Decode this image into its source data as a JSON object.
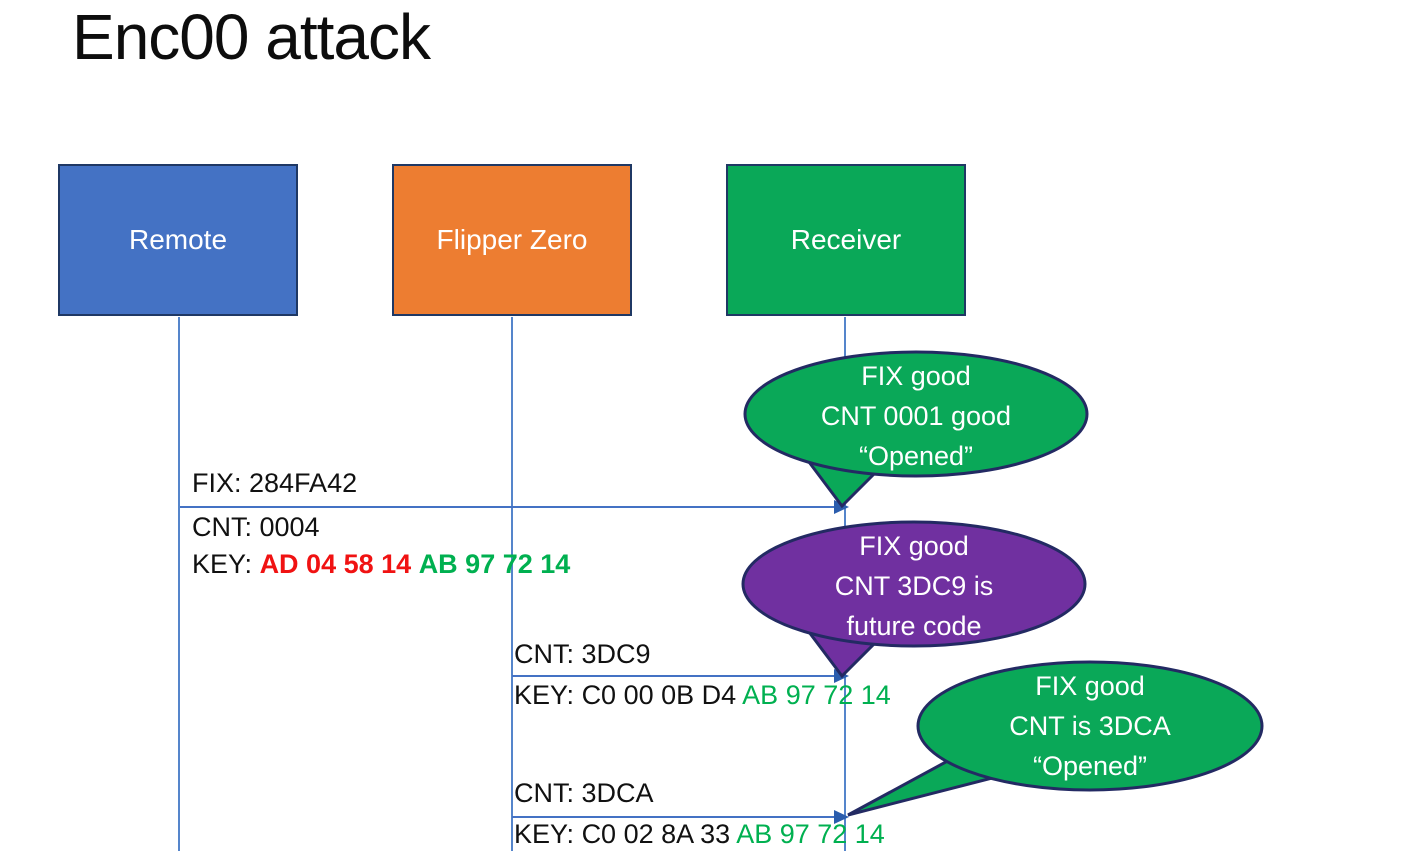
{
  "title": "Enc00 attack",
  "colors": {
    "actor_remote": "#4472C4",
    "actor_flipper": "#ED7D31",
    "actor_receiver": "#0AA858",
    "box_border": "#1F3864",
    "callout_green": "#0AA858",
    "callout_purple": "#7030A0",
    "callout_border": "#232A63",
    "lifeline": "#5585CB",
    "arrow": "#4472C4",
    "arrowhead": "#2B5DAD",
    "key_red": "#F01212",
    "key_green": "#00B050",
    "text_dark": "#111111",
    "text_light": "#FFFFFF"
  },
  "actors": [
    {
      "id": "remote",
      "label": "Remote"
    },
    {
      "id": "flipper",
      "label": "Flipper Zero"
    },
    {
      "id": "receiver",
      "label": "Receiver"
    }
  ],
  "messages": [
    {
      "from": "Remote",
      "to": "Receiver",
      "fix": "FIX: 284FA42",
      "cnt": "CNT: 0004",
      "key_label": "KEY:",
      "key_red": "AD 04 58 14",
      "key_green": "AB 97 72 14"
    },
    {
      "from": "Flipper Zero",
      "to": "Receiver",
      "cnt": "CNT: 3DC9",
      "key_label": "KEY:",
      "key_plain": "C0 00 0B D4",
      "key_green": "AB 97 72 14"
    },
    {
      "from": "Flipper Zero",
      "to": "Receiver",
      "cnt": "CNT: 3DCA",
      "key_label": "KEY:",
      "key_plain": "C0 02 8A 33",
      "key_green": "AB 97 72 14"
    }
  ],
  "callouts": [
    {
      "color": "green",
      "lines": [
        "FIX good",
        "CNT 0001 good",
        "“Opened”"
      ]
    },
    {
      "color": "purple",
      "lines": [
        "FIX good",
        "CNT 3DC9 is",
        "future code"
      ]
    },
    {
      "color": "green",
      "lines": [
        "FIX good",
        "CNT is 3DCA",
        "“Opened”"
      ]
    }
  ]
}
